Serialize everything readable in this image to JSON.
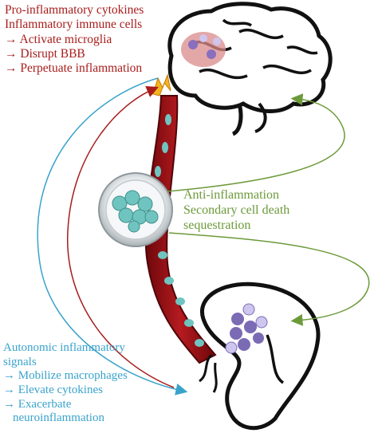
{
  "brain_effects": {
    "title_1": "Pro-inflammatory cytokines",
    "title_2": "Inflammatory immune cells",
    "items": [
      "→ Activate microglia",
      "→ Disrupt BBB",
      "→ Perpetuate inflammation"
    ]
  },
  "cell_effects": {
    "lines": [
      "Anti-inflammation",
      "Secondary cell death",
      "sequestration"
    ]
  },
  "spleen_effects": {
    "title_1": "Autonomic inflammatory",
    "title_2": "signals",
    "items": [
      "→ Mobilize macrophages",
      "→ Elevate cytokines",
      "→ Exacerbate",
      "neuroinflammation"
    ]
  },
  "colors": {
    "red_text": "#a81c1c",
    "green_arrow": "#6c9a3a",
    "blue_arrow": "#3aa3cc",
    "vessel": "#8b0f14",
    "cell_teal": "#6fc4c0",
    "spleen_cell": "#7b6bb5"
  },
  "icons": [
    "brain-icon",
    "stem-cell-dish-icon",
    "spleen-icon",
    "blood-vessel-icon",
    "lightning-icon"
  ]
}
